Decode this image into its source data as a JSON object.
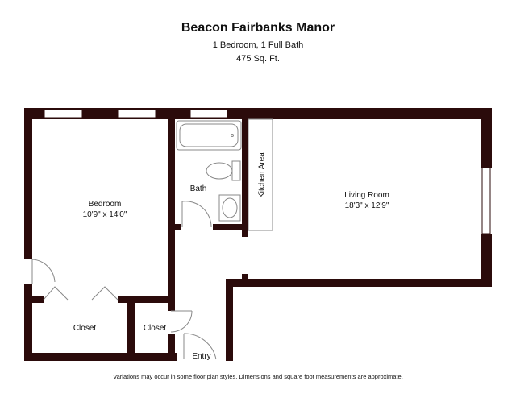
{
  "header": {
    "title": "Beacon Fairbanks Manor",
    "subtitle": "1 Bedroom, 1 Full Bath",
    "area": "475 Sq. Ft."
  },
  "rooms": {
    "bedroom": {
      "name": "Bedroom",
      "dims": "10'9\" x 14'0\""
    },
    "living": {
      "name": "Living Room",
      "dims": "18'3\" x 12'9\""
    },
    "bath": "Bath",
    "kitchen": "Kitchen Area",
    "closet_left": "Closet",
    "closet_right": "Closet",
    "entry": "Entry"
  },
  "footer": {
    "note": "Variations may occur in some floor plan styles. Dimensions and square foot measurements are approximate."
  },
  "colors": {
    "wall": "#2b0b0b",
    "window": "#ffffff",
    "fixture_stroke": "#888888"
  }
}
